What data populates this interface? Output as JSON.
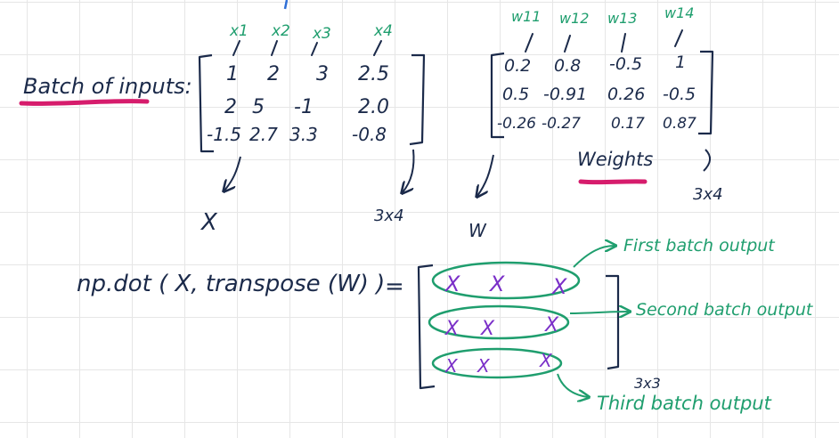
{
  "colors": {
    "ink": "#1b2a4a",
    "pink": "#d61c6c",
    "green": "#1f9e6e",
    "purple": "#7a2fc8",
    "grid": "#e6e6e6"
  },
  "batch": {
    "label": "Batch of inputs:",
    "headers": [
      "x1",
      "x2",
      "x3",
      "x4"
    ],
    "rows": [
      [
        "1",
        "2",
        "3",
        "2.5"
      ],
      [
        "2",
        "5",
        "-1",
        "2.0"
      ],
      [
        "-1.5",
        "2.7",
        "3.3",
        "-0.8"
      ]
    ],
    "symbol": "X",
    "shape": "3x4"
  },
  "weights": {
    "headers": [
      "w11",
      "w12",
      "w13",
      "w14"
    ],
    "rows": [
      [
        "0.2",
        "0.8",
        "-0.5",
        "1"
      ],
      [
        "0.5",
        "-0.91",
        "0.26",
        "-0.5"
      ],
      [
        "-0.26",
        "-0.27",
        "0.17",
        "0.87"
      ]
    ],
    "label": "Weights",
    "symbol": "W",
    "shape": "3x4"
  },
  "equation": {
    "expr": "np.dot ( X, transpose (W) )",
    "equals": "=",
    "result_mark": "X",
    "result_shape": "3x3"
  },
  "outputs": {
    "first": "First batch output",
    "second": "Second batch output",
    "third": "Third batch output"
  }
}
